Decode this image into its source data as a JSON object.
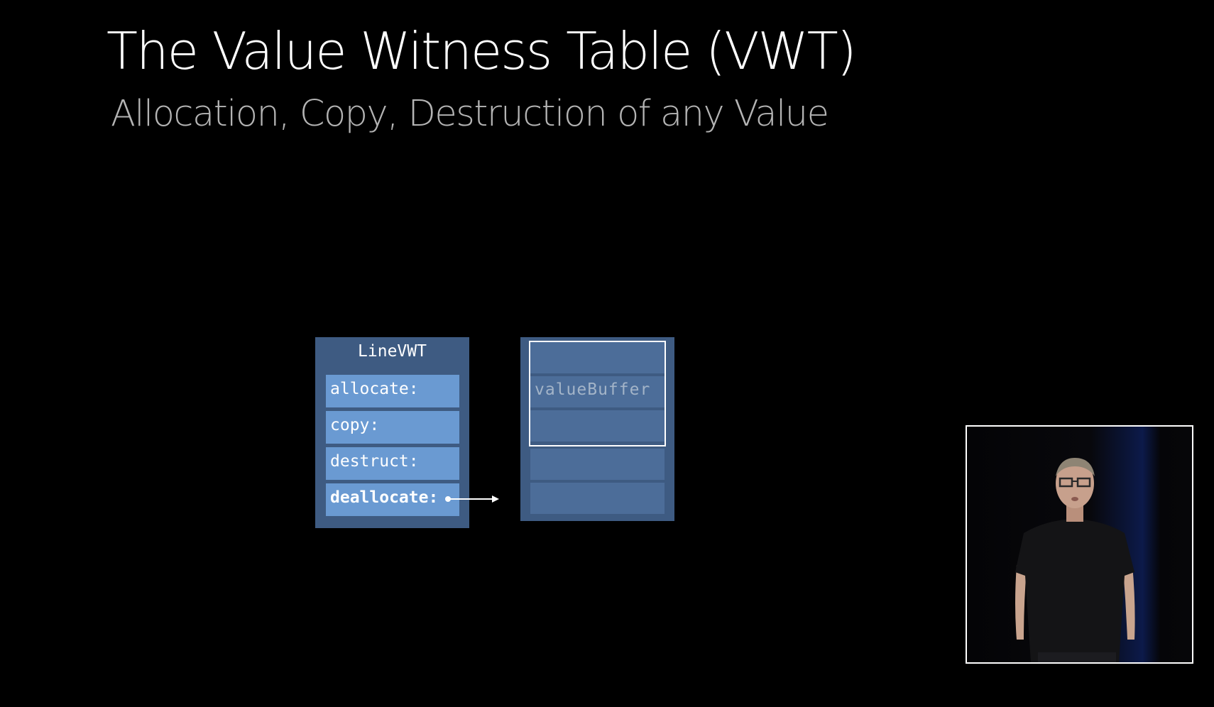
{
  "slide": {
    "title": "The Value Witness Table (VWT)",
    "subtitle": "Allocation, Copy, Destruction of any Value"
  },
  "vwt_table": {
    "name": "LineVWT",
    "slots": [
      "allocate:",
      "copy:",
      "destruct:",
      "deallocate:"
    ],
    "highlighted_slot": "deallocate:"
  },
  "buffer": {
    "label": "valueBuffer"
  },
  "colors": {
    "background": "#000000",
    "table_fill": "#3e5b82",
    "slot_fill": "#6a9ad2",
    "buffer_cell_fill": "#4c6d99"
  }
}
